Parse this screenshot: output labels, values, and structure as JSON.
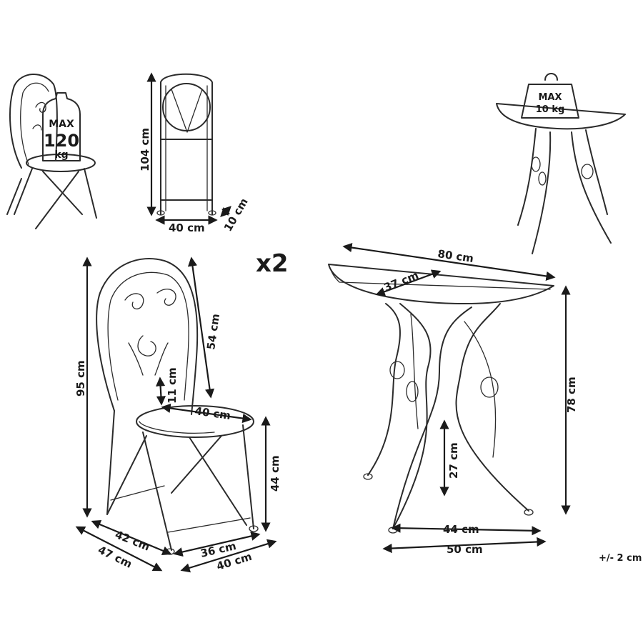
{
  "labels": {
    "chair_max": "MAX",
    "chair_max_value": "120",
    "chair_max_unit": "kg",
    "table_max": "MAX",
    "table_max_value": "10 kg",
    "folded_height": "104 cm",
    "folded_width": "40 cm",
    "folded_depth": "10 cm",
    "quantity": "x2",
    "chair_height": "95 cm",
    "chair_back_height": "54 cm",
    "chair_back_gap": "11 cm",
    "chair_seat_diameter": "40 cm",
    "chair_seat_height": "44 cm",
    "chair_base_depth_inner": "42 cm",
    "chair_base_depth_outer": "47 cm",
    "chair_base_width_inner": "36 cm",
    "chair_base_width_outer": "40 cm",
    "table_width": "80 cm",
    "table_depth": "37 cm",
    "table_height": "78 cm",
    "table_leg_gap": "27 cm",
    "table_base_inner": "44 cm",
    "table_base_outer": "50 cm",
    "tolerance": "+/- 2 cm"
  }
}
